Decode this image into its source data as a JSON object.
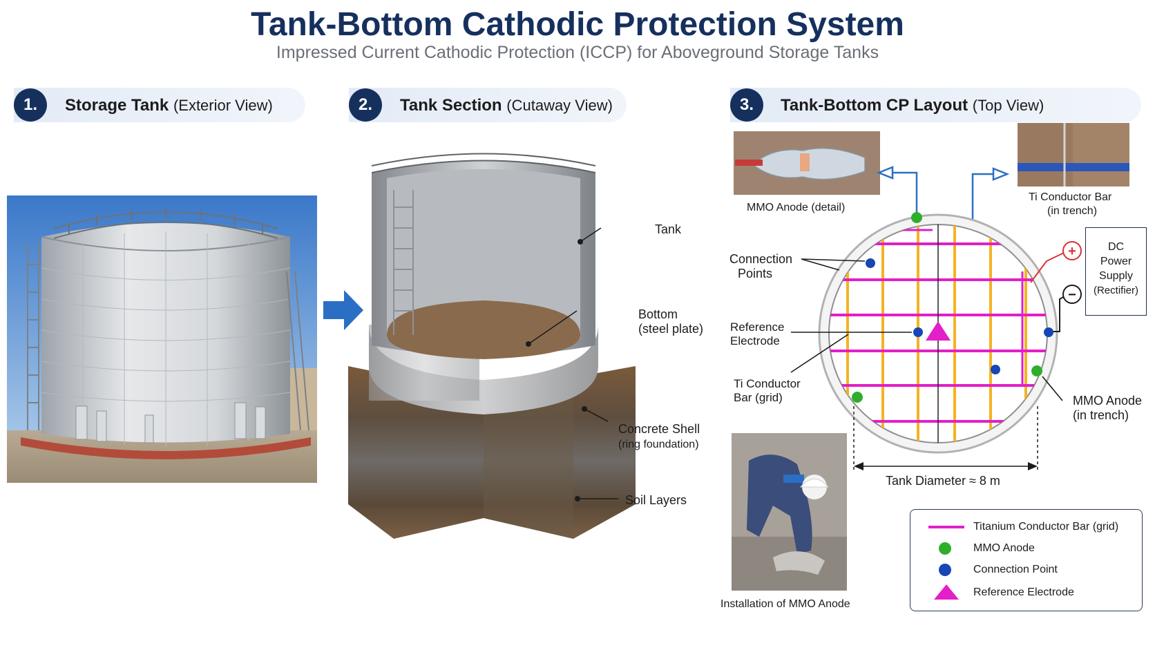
{
  "title": "Tank-Bottom Cathodic Protection System",
  "subtitle": "Impressed Current Cathodic Protection (ICCP) for Aboveground Storage Tanks",
  "panels": [
    {
      "num": "1.",
      "title": "Storage Tank",
      "sub": "(Exterior View)"
    },
    {
      "num": "2.",
      "title": "Tank Section",
      "sub": "(Cutaway View)"
    },
    {
      "num": "3.",
      "title": "Tank-Bottom CP Layout",
      "sub": "(Top View)"
    }
  ],
  "section_labels": {
    "tank": "Tank",
    "bottom_1": "Bottom",
    "bottom_2": "(steel plate)",
    "concrete_1": "Concrete Shell",
    "concrete_2": "(ring foundation)",
    "soil": "Soil Layers"
  },
  "layout_labels": {
    "mmo_detail": "MMO Anode (detail)",
    "ti_bar_1": "Ti Conductor Bar",
    "ti_bar_2": "(in trench)",
    "connection_1": "Connection",
    "connection_2": "Points",
    "reference_1": "Reference",
    "reference_2": "Electrode",
    "ti_grid_1": "Ti Conductor",
    "ti_grid_2": "Bar (grid)",
    "mmo_trench_1": "MMO Anode",
    "mmo_trench_2": "(in trench)",
    "dc_1": "DC",
    "dc_2": "Power",
    "dc_3": "Supply",
    "dc_4": "(Rectifier)",
    "plus": "+",
    "minus": "−",
    "diameter": "Tank Diameter ≈ 8 m",
    "installation": "Installation of MMO Anode"
  },
  "legend": [
    {
      "label": "Titanium Conductor Bar (grid)",
      "symbol": "line",
      "color": "#e21fc8"
    },
    {
      "label": "MMO Anode",
      "symbol": "circle",
      "color": "#2fae2c"
    },
    {
      "label": "Connection Point",
      "symbol": "circle",
      "color": "#1746b5"
    },
    {
      "label": "Reference Electrode",
      "symbol": "triangle",
      "color": "#e21fc8"
    }
  ],
  "colors": {
    "navy": "#16305e",
    "conductor": "#e21fc8",
    "grid_orange": "#f4b324",
    "anode": "#2fae2c",
    "connection": "#1746b5",
    "arrow_blue": "#2a6fc4",
    "polarity_red": "#e03030"
  }
}
